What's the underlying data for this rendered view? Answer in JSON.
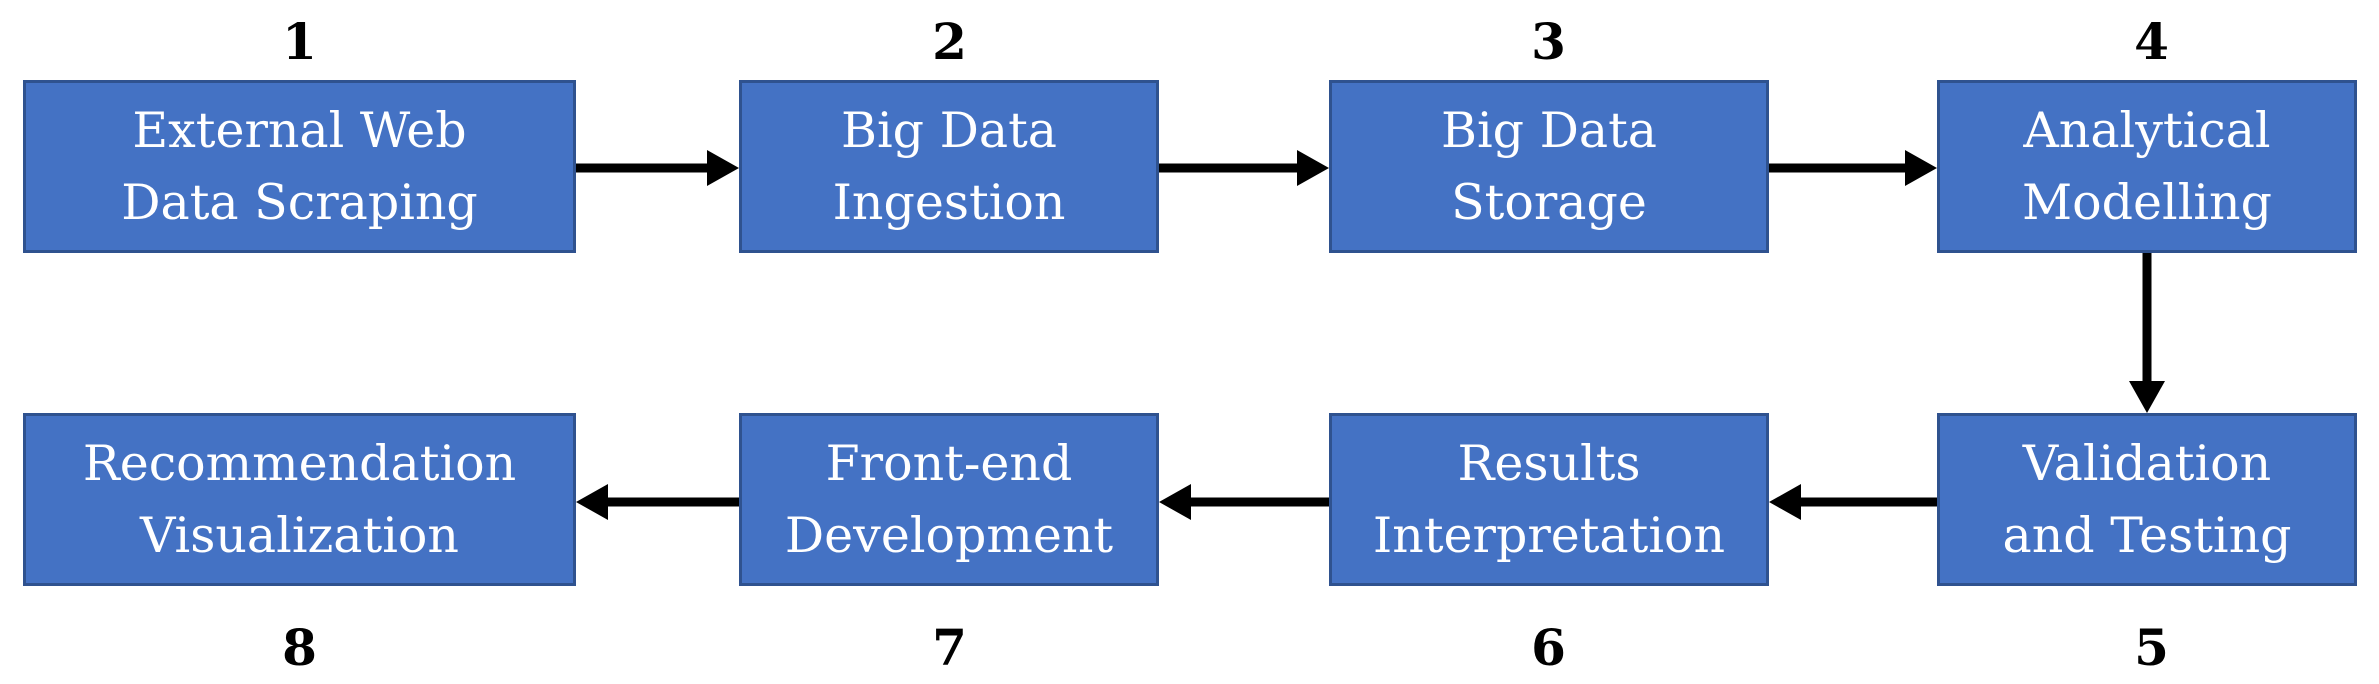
{
  "steps": [
    {
      "number": "1",
      "line1": "External Web",
      "line2": "Data Scraping"
    },
    {
      "number": "2",
      "line1": "Big Data",
      "line2": "Ingestion"
    },
    {
      "number": "3",
      "line1": "Big Data",
      "line2": "Storage"
    },
    {
      "number": "4",
      "line1": "Analytical",
      "line2": "Modelling"
    },
    {
      "number": "5",
      "line1": "Validation",
      "line2": "and Testing"
    },
    {
      "number": "6",
      "line1": "Results",
      "line2": "Interpretation"
    },
    {
      "number": "7",
      "line1": "Front-end",
      "line2": "Development"
    },
    {
      "number": "8",
      "line1": "Recommendation",
      "line2": "Visualization"
    }
  ],
  "colors": {
    "box_fill": "#4472c4",
    "box_border": "#2f528f",
    "box_text": "#ffffff",
    "arrow": "#000000",
    "number_text": "#000000"
  }
}
